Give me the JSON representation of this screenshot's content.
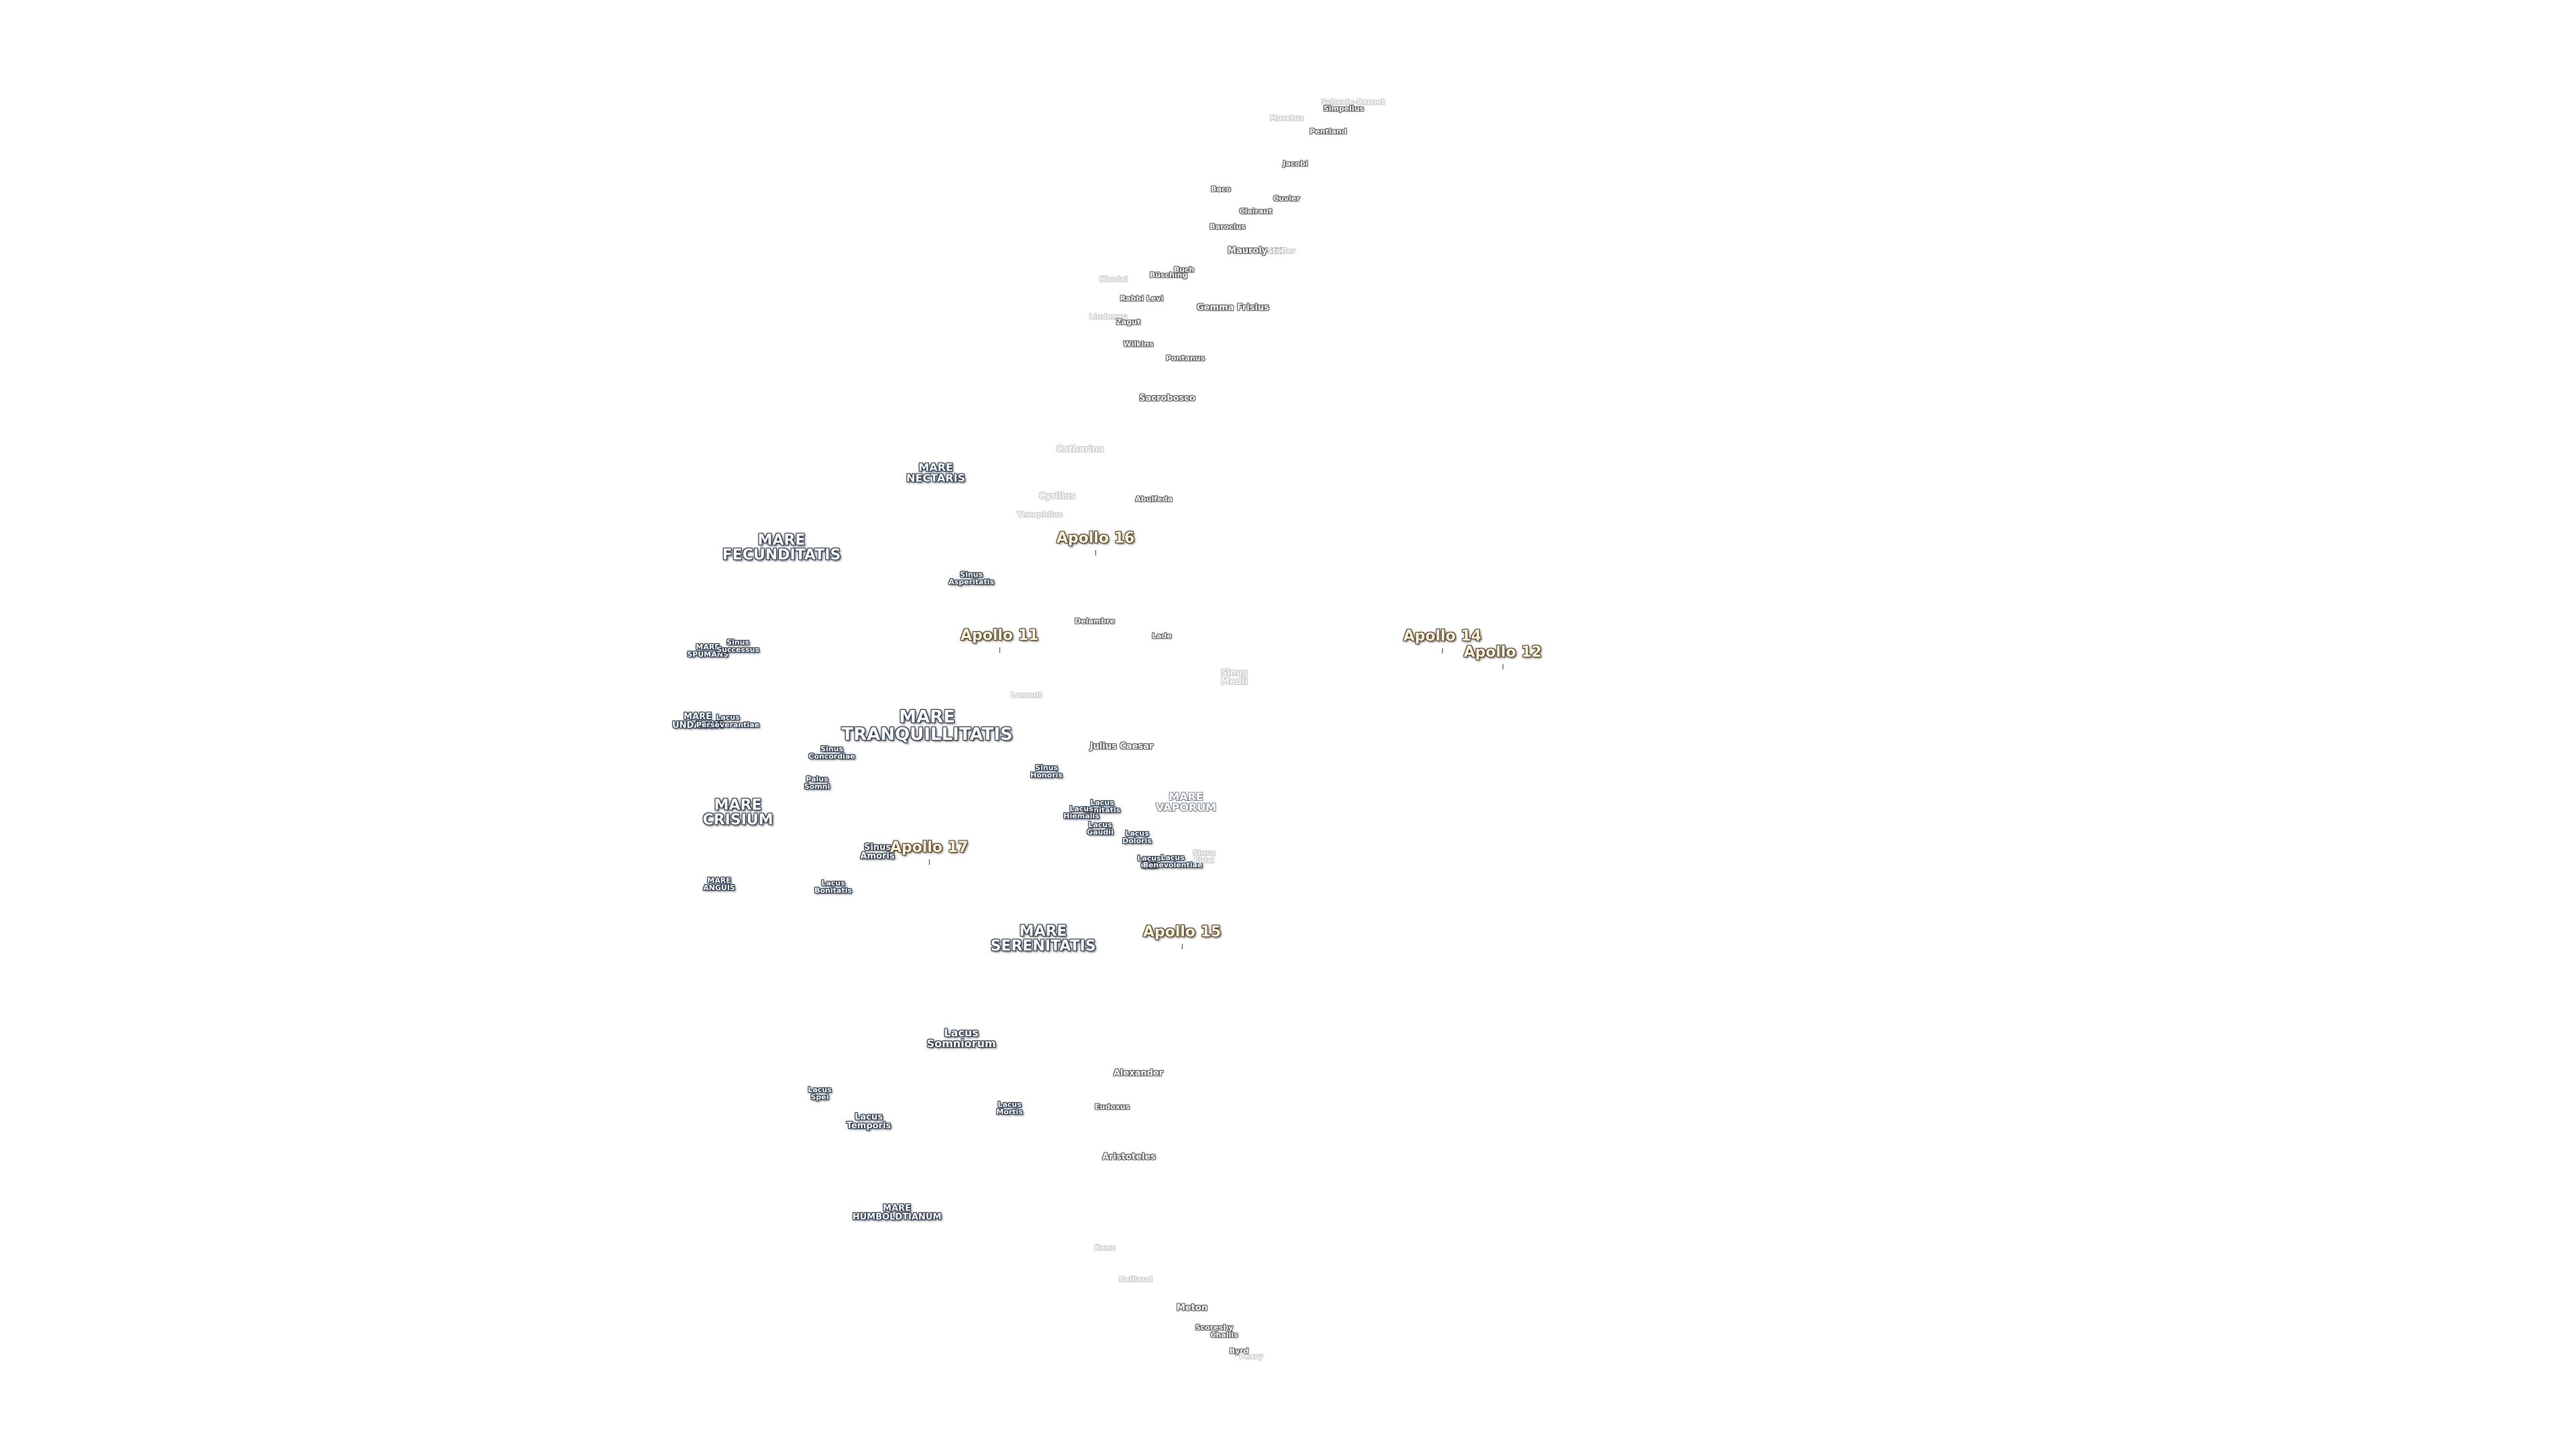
{
  "labels": [
    {
      "text": "Scheele-Bernet",
      "cls": "crater-faint s-xs",
      "kind": "crater"
    },
    {
      "text": "Simpelius",
      "cls": "crater s-xs",
      "kind": "crater"
    },
    {
      "text": "Moretus",
      "cls": "crater-faint s-xs",
      "kind": "crater"
    },
    {
      "text": "Pentland",
      "cls": "crater s-xs",
      "kind": "crater"
    },
    {
      "text": "Jacobi",
      "cls": "crater s-xs",
      "kind": "crater"
    },
    {
      "text": "Baco",
      "cls": "crater s-xs",
      "kind": "crater"
    },
    {
      "text": "Cuvier",
      "cls": "crater s-xs",
      "kind": "crater"
    },
    {
      "text": "Clairaut",
      "cls": "crater s-xs",
      "kind": "crater"
    },
    {
      "text": "Barocius",
      "cls": "crater s-xs",
      "kind": "crater"
    },
    {
      "text": "Maurolycus",
      "cls": "crater s-s",
      "kind": "crater"
    },
    {
      "text": "Stöfler",
      "cls": "crater-faint s-xs",
      "kind": "crater"
    },
    {
      "text": "Nicolai",
      "cls": "crater-faint s-xs",
      "kind": "crater"
    },
    {
      "text": "Büsching",
      "cls": "crater s-xs",
      "kind": "crater"
    },
    {
      "text": "Buch",
      "cls": "crater s-xs",
      "kind": "crater"
    },
    {
      "text": "Rabbi Levi",
      "cls": "crater s-xs",
      "kind": "crater"
    },
    {
      "text": "Gemma Frisius",
      "cls": "crater s-s",
      "kind": "crater"
    },
    {
      "text": "Lindenau",
      "cls": "crater-faint s-xs",
      "kind": "crater"
    },
    {
      "text": "Zagut",
      "cls": "crater s-xs",
      "kind": "crater"
    },
    {
      "text": "Wilkins",
      "cls": "crater s-xs",
      "kind": "crater"
    },
    {
      "text": "Pontanus",
      "cls": "crater s-xs",
      "kind": "crater"
    },
    {
      "text": "Sacrobosco",
      "cls": "crater s-s",
      "kind": "crater"
    },
    {
      "text": "Catharina",
      "cls": "crater-faint s-s",
      "kind": "crater"
    },
    {
      "text": "MARE\nNECTARIS",
      "cls": "mare s-m",
      "kind": "mare"
    },
    {
      "text": "Cyrillus",
      "cls": "crater-faint s-s",
      "kind": "crater"
    },
    {
      "text": "Abulfeda",
      "cls": "crater s-xs",
      "kind": "crater"
    },
    {
      "text": "Theophilus",
      "cls": "crater-faint s-xs",
      "kind": "crater"
    },
    {
      "text": "MARE\nFECUNDITATIS",
      "cls": "mare s-l",
      "kind": "mare"
    },
    {
      "text": "Apollo 16",
      "cls": "apollo s-ap",
      "kind": "landing-site"
    },
    {
      "text": "Sinus\nAsperitatis",
      "cls": "sinus s-xs",
      "kind": "sinus"
    },
    {
      "text": "Delambre",
      "cls": "crater s-xs",
      "kind": "crater"
    },
    {
      "text": "Apollo 11",
      "cls": "apollo s-ap",
      "kind": "landing-site"
    },
    {
      "text": "Lade",
      "cls": "crater s-xs",
      "kind": "crater"
    },
    {
      "text": "Apollo 14",
      "cls": "apollo s-ap",
      "kind": "landing-site"
    },
    {
      "text": "Apollo 12",
      "cls": "apollo s-ap",
      "kind": "landing-site"
    },
    {
      "text": "MARE\nSPUMANS",
      "cls": "mare s-xs",
      "kind": "mare"
    },
    {
      "text": "Sinus\nSuccessus",
      "cls": "sinus s-xs",
      "kind": "sinus"
    },
    {
      "text": "Sinus\nMedii",
      "cls": "crater-faint s-s",
      "kind": "sinus"
    },
    {
      "text": "Lamont",
      "cls": "crater-faint s-xs",
      "kind": "crater"
    },
    {
      "text": "MARE\nUNDARUM",
      "cls": "mare s-s",
      "kind": "mare"
    },
    {
      "text": "Lacus\nPerseverantiae",
      "cls": "lake s-xs",
      "kind": "lake"
    },
    {
      "text": "MARE\nTRANQUILLITATIS",
      "cls": "mare s-xl",
      "kind": "mare"
    },
    {
      "text": "Julius Caesar",
      "cls": "crater s-s",
      "kind": "crater"
    },
    {
      "text": "Sinus\nConcordiae",
      "cls": "sinus s-xs",
      "kind": "sinus"
    },
    {
      "text": "Sinus\nHonoris",
      "cls": "sinus s-xs",
      "kind": "sinus"
    },
    {
      "text": "Palus\nSomni",
      "cls": "palus s-xs",
      "kind": "palus"
    },
    {
      "text": "MARE\nVAPORUM",
      "cls": "mare-faint s-m",
      "kind": "mare"
    },
    {
      "text": "Lacus\nLenitatis",
      "cls": "lake s-xs",
      "kind": "lake"
    },
    {
      "text": "Lacus\nHiemalis",
      "cls": "lake s-xs",
      "kind": "lake"
    },
    {
      "text": "Lacus\nGaudii",
      "cls": "lake s-xs",
      "kind": "lake"
    },
    {
      "text": "MARE\nCRISIUM",
      "cls": "mare s-l",
      "kind": "mare"
    },
    {
      "text": "Lacus\nDoloris",
      "cls": "lake s-xs",
      "kind": "lake"
    },
    {
      "text": "Sinus\nAmoris",
      "cls": "sinus s-s",
      "kind": "sinus"
    },
    {
      "text": "Apollo 17",
      "cls": "apollo s-ap",
      "kind": "landing-site"
    },
    {
      "text": "Lacus\nOdii",
      "cls": "lake s-xs",
      "kind": "lake"
    },
    {
      "text": "Lacus\nBenevolentiae",
      "cls": "lake s-xs",
      "kind": "lake"
    },
    {
      "text": "Sinus\nFidei",
      "cls": "crater-faint s-xs",
      "kind": "sinus"
    },
    {
      "text": "MARE\nANGUIS",
      "cls": "mare s-xs",
      "kind": "mare"
    },
    {
      "text": "Lacus\nBonitatis",
      "cls": "lake s-xs",
      "kind": "lake"
    },
    {
      "text": "MARE\nSERENITATIS",
      "cls": "mare s-l",
      "kind": "mare"
    },
    {
      "text": "Apollo 15",
      "cls": "apollo s-ap",
      "kind": "landing-site"
    },
    {
      "text": "Lacus\nSomniorum",
      "cls": "lake s-m",
      "kind": "lake"
    },
    {
      "text": "Alexander",
      "cls": "crater s-s",
      "kind": "crater"
    },
    {
      "text": "Lacus\nSpei",
      "cls": "lake s-xs",
      "kind": "lake"
    },
    {
      "text": "Lacus\nTemporis",
      "cls": "lake s-s",
      "kind": "lake"
    },
    {
      "text": "Lacus\nMortis",
      "cls": "lake s-xs",
      "kind": "lake"
    },
    {
      "text": "Eudoxus",
      "cls": "crater s-xs",
      "kind": "crater"
    },
    {
      "text": "Aristoteles",
      "cls": "crater s-s",
      "kind": "crater"
    },
    {
      "text": "MARE\nHUMBOLDTIANUM",
      "cls": "mare s-s",
      "kind": "mare"
    },
    {
      "text": "Kane",
      "cls": "crater-faint s-xs",
      "kind": "crater"
    },
    {
      "text": "Baillaud",
      "cls": "crater-faint s-xs",
      "kind": "crater"
    },
    {
      "text": "Meton",
      "cls": "crater s-s",
      "kind": "crater"
    },
    {
      "text": "Scoresby",
      "cls": "crater s-xs",
      "kind": "crater"
    },
    {
      "text": "Challis",
      "cls": "crater s-xs",
      "kind": "crater"
    },
    {
      "text": "Byrd",
      "cls": "crater s-xs",
      "kind": "crater"
    },
    {
      "text": "Peary",
      "cls": "crater-faint s-xs",
      "kind": "crater"
    }
  ]
}
